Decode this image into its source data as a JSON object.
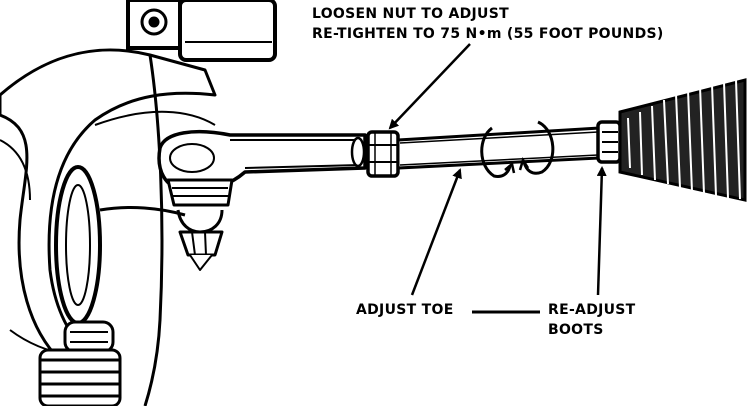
{
  "callouts": {
    "nut_line1": "LOOSEN NUT TO ADJUST",
    "nut_line2": "RE-TIGHTEN TO 75 N•m (55 FOOT POUNDS)",
    "toe": "ADJUST TOE",
    "boots_line1": "RE-ADJUST",
    "boots_line2": "BOOTS"
  }
}
